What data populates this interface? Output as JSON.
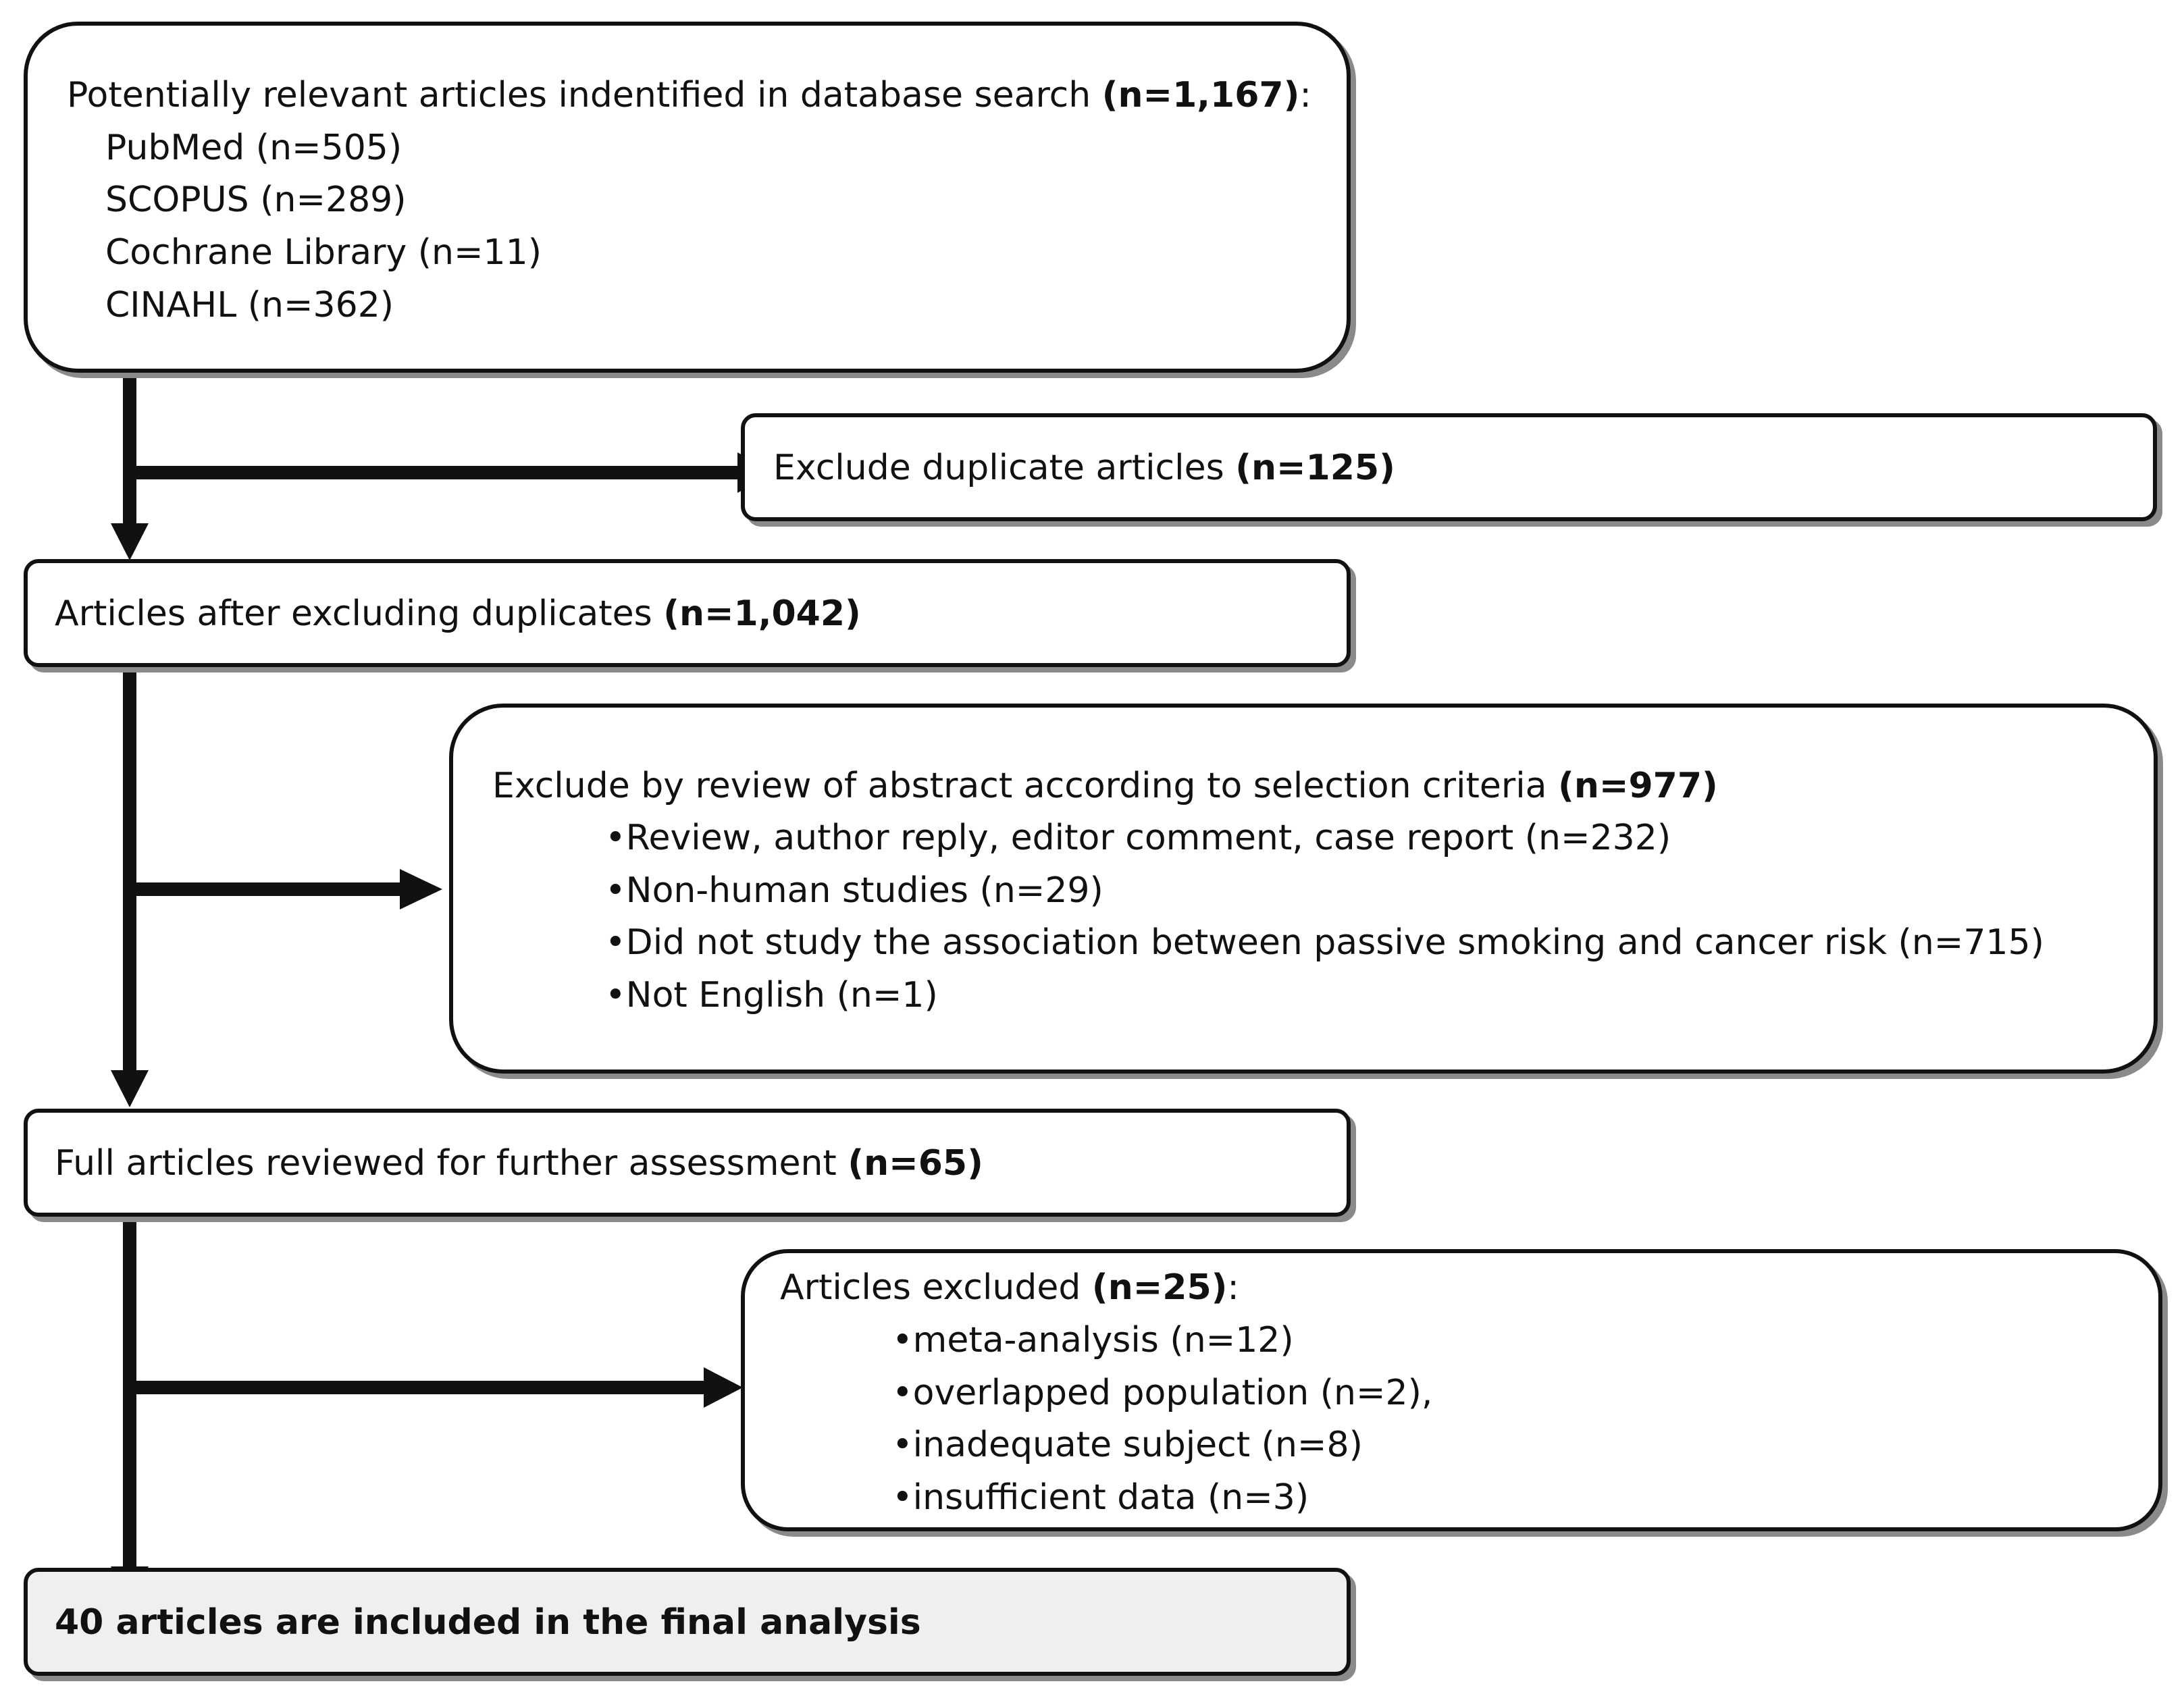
{
  "box1": {
    "text": "Potentially relevant articles indentified in database search",
    "count": "(n=1,167)",
    "suffix": ":",
    "sources": [
      "PubMed (n=505)",
      "SCOPUS (n=289)",
      "Cochrane Library (n=11)",
      "CINAHL (n=362)"
    ]
  },
  "excl1": {
    "text": "Exclude duplicate articles",
    "count": "(n=125)"
  },
  "box2": {
    "text": "Articles after excluding duplicates",
    "count": "(n=1,042)"
  },
  "excl2": {
    "text": "Exclude by review of abstract according to selection criteria",
    "count": "(n=977)",
    "items": [
      "•Review, author reply, editor comment, case report (n=232)",
      "•Non-human studies (n=29)",
      "•Did not study the association between passive smoking and cancer risk (n=715)",
      "•Not English (n=1)"
    ]
  },
  "box3": {
    "text": "Full articles reviewed for further assessment",
    "count": "(n=65)"
  },
  "excl3": {
    "text": "Articles excluded",
    "count": "(n=25)",
    "suffix": ":",
    "items": [
      "•meta-analysis (n=12)",
      "•overlapped population (n=2),",
      "•inadequate subject (n=8)",
      "•insufficient data (n=3)"
    ]
  },
  "final": {
    "text": "40 articles are included in the final analysis"
  },
  "colors": {
    "stroke": "#111111",
    "shadow": "#8a8a8a",
    "final_fill": "#efefef"
  }
}
